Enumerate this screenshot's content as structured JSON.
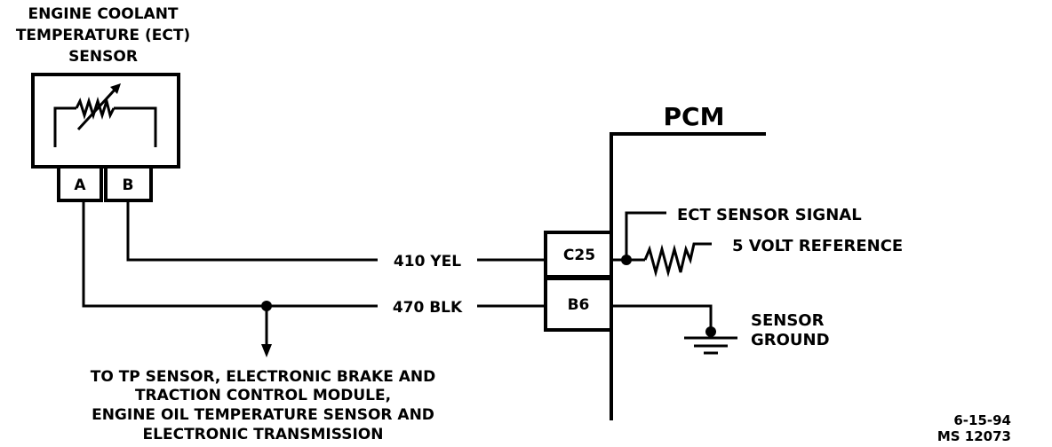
{
  "sensor": {
    "title_lines": [
      "ENGINE COOLANT",
      "TEMPERATURE (ECT)",
      "SENSOR"
    ],
    "pin_a": "A",
    "pin_b": "B"
  },
  "wires": {
    "yel": "410 YEL",
    "blk": "470 BLK"
  },
  "pcm": {
    "title": "PCM",
    "pin_c25": "C25",
    "pin_b6": "B6",
    "ect_signal": "ECT SENSOR SIGNAL",
    "five_volt": "5 VOLT REFERENCE",
    "sensor_ground_lines": [
      "SENSOR",
      "GROUND"
    ]
  },
  "note_lines": [
    "TO TP SENSOR, ELECTRONIC BRAKE AND",
    "TRACTION CONTROL MODULE,",
    "ENGINE OIL TEMPERATURE SENSOR AND",
    "ELECTRONIC TRANSMISSION"
  ],
  "stamp": {
    "date": "6-15-94",
    "code": "MS 12073"
  }
}
